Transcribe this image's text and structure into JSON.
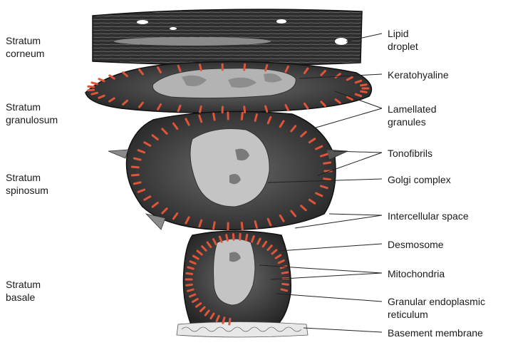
{
  "layer_labels": {
    "corneum": [
      "Stratum",
      "corneum"
    ],
    "granulosum": [
      "Stratum",
      "granulosum"
    ],
    "spinosum": [
      "Stratum",
      "spinosum"
    ],
    "basale": [
      "Stratum",
      "basale"
    ]
  },
  "structure_labels": {
    "lipid_droplet": [
      "Lipid",
      "droplet"
    ],
    "keratohyaline": [
      "Keratohyaline"
    ],
    "lamellated": [
      "Lamellated",
      "granules"
    ],
    "tonofibrils": [
      "Tonofibrils"
    ],
    "golgi": [
      "Golgi complex"
    ],
    "intercellular": [
      "Intercellular space"
    ],
    "desmosome": [
      "Desmosome"
    ],
    "mitochondria": [
      "Mitochondria"
    ],
    "granular_er": [
      "Granular endoplasmic",
      "reticulum"
    ],
    "basement": [
      "Basement membrane"
    ]
  },
  "colors": {
    "tissue_dark": "#2b2b2b",
    "tissue_mid": "#5a5a5a",
    "nucleus": "#b8b8b8",
    "desmosome_red": "#e0553a",
    "leader": "#222222"
  }
}
